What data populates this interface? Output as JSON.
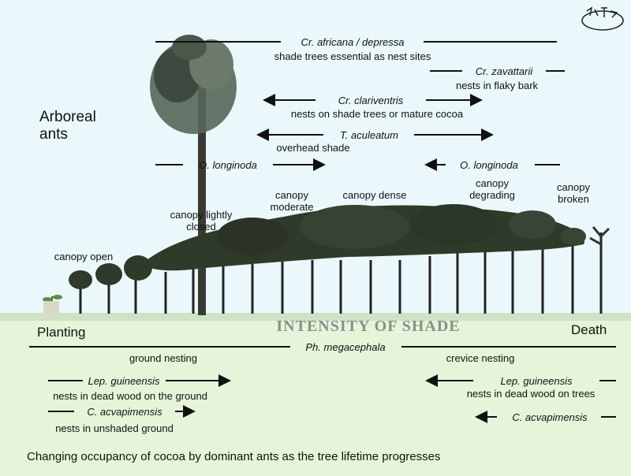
{
  "title_left": "Arboreal ants",
  "arboreal_labels": [
    {
      "species": "Cr. africana / depressa",
      "note": "shade trees essential as nest sites"
    },
    {
      "species": "Cr. zavattarii",
      "note": "nests in flaky bark"
    },
    {
      "species": "Cr. clariventris",
      "note": "nests on shade trees or mature cocoa"
    },
    {
      "species": "T. aculeatum",
      "note": "overhead shade"
    },
    {
      "species": "O. longinoda",
      "note": ""
    },
    {
      "species": "O. longinoda",
      "note": ""
    }
  ],
  "canopy_stages": [
    "canopy open",
    "canopy lightly closed",
    "canopy moderate",
    "canopy dense",
    "canopy degrading",
    "canopy broken"
  ],
  "axis": {
    "left": "Planting",
    "center": "INTENSITY OF SHADE",
    "right": "Death"
  },
  "ground": {
    "ground_nesting": "ground nesting",
    "ph": "Ph. megacephala",
    "crevice_nesting": "crevice nesting",
    "lep_left_species": "Lep. guineensis",
    "lep_left_note": "nests in dead wood on the ground",
    "c_left_species": "C. acvapimensis",
    "c_left_note": "nests in unshaded ground",
    "lep_right_species": "Lep. guineensis",
    "lep_right_note": "nests in dead wood on trees",
    "c_right_species": "C. acvapimensis"
  },
  "caption": "Changing occupancy of cocoa by dominant ants as the tree lifetime progresses",
  "colors": {
    "sky": "#eaf8fb",
    "ground": "#e6f5da",
    "canopy": "#2f3a2a",
    "trunk": "#222222"
  }
}
